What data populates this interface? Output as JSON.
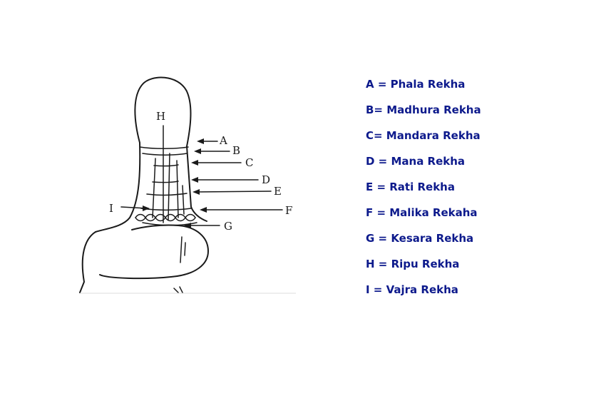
{
  "diagram_labels": {
    "A": "A",
    "B": "B",
    "C": "C",
    "D": "D",
    "E": "E",
    "F": "F",
    "G": "G",
    "H": "H",
    "I": "I"
  },
  "legend": [
    "A = Phala Rekha",
    "B= Madhura Rekha",
    "C= Mandara Rekha",
    "D = Mana Rekha",
    "E = Rati Rekha",
    "F = Malika Rekaha",
    "G = Kesara Rekha",
    "H = Ripu Rekha",
    "I = Vajra Rekha"
  ],
  "colors": {
    "legend_text": "#0d1a8c",
    "ink": "#1a1a1a",
    "background": "#ffffff"
  }
}
